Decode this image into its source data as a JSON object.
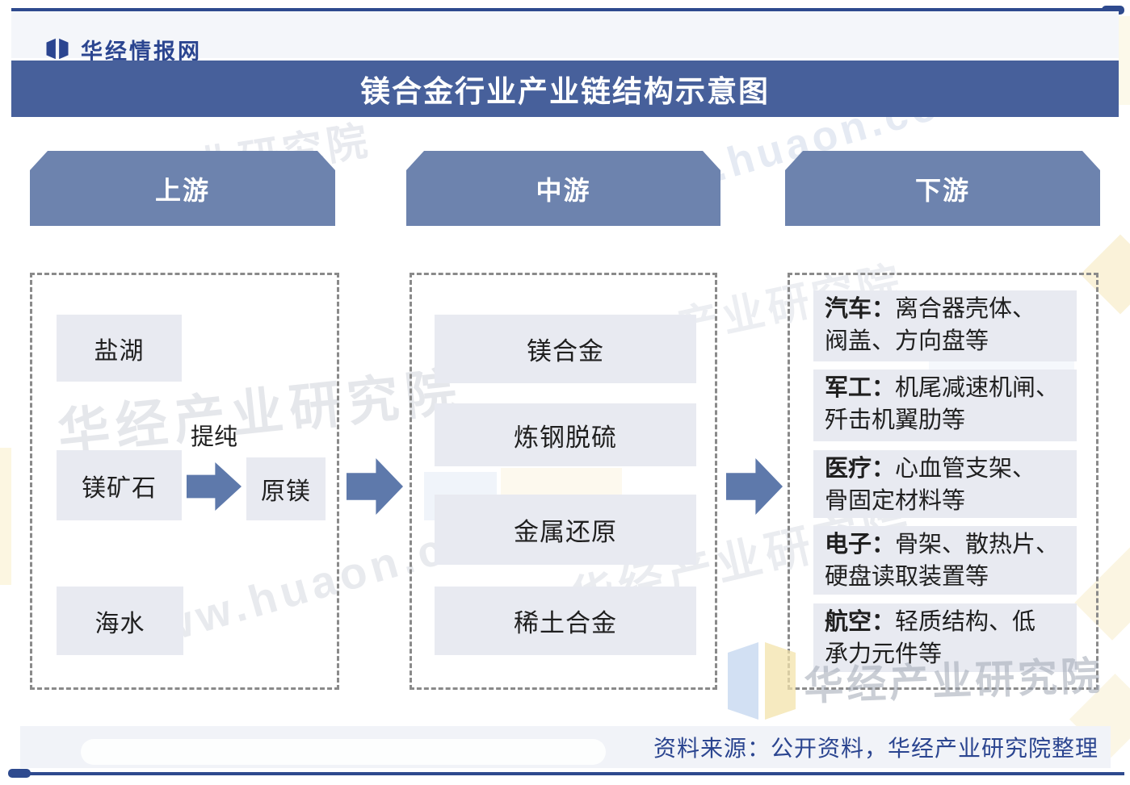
{
  "page": {
    "logo_text": "华经情报网",
    "title": "镁合金行业产业链结构示意图",
    "source_note": "资料来源：公开资料，华经产业研究院整理"
  },
  "columns": {
    "upstream": {
      "header": "上游",
      "nodes": {
        "salt_lake": "盐湖",
        "magnesium_ore": "镁矿石",
        "purify_label": "提纯",
        "primary_magnesium": "原镁",
        "seawater": "海水"
      }
    },
    "midstream": {
      "header": "中游",
      "items": [
        "镁合金",
        "炼钢脱硫",
        "金属还原",
        "稀土合金"
      ]
    },
    "downstream": {
      "header": "下游",
      "items": [
        {
          "label": "汽车：",
          "text": "离合器壳体、\n阀盖、方向盘等"
        },
        {
          "label": "军工：",
          "text": "机尾减速机闸、\n歼击机翼肋等"
        },
        {
          "label": "医疗：",
          "text": "心血管支架、\n骨固定材料等"
        },
        {
          "label": "电子：",
          "text": "骨架、散热片、\n硬盘读取装置等"
        },
        {
          "label": "航空：",
          "text": "轻质结构、低\n承力元件等"
        }
      ]
    }
  },
  "watermarks": {
    "brand_cn": "华经产业研究院",
    "brand_cn_short": "产业研究院",
    "brand_url": "www.huaon.com"
  },
  "colors": {
    "title_bar_blue": "#47609B",
    "column_header_blue": "#6D83AE",
    "node_gray": "#E8EAF1",
    "arrow_blue": "#5E79AB",
    "brand_navy": "#2B4590",
    "accent_line_navy": "#2E4A8E"
  }
}
